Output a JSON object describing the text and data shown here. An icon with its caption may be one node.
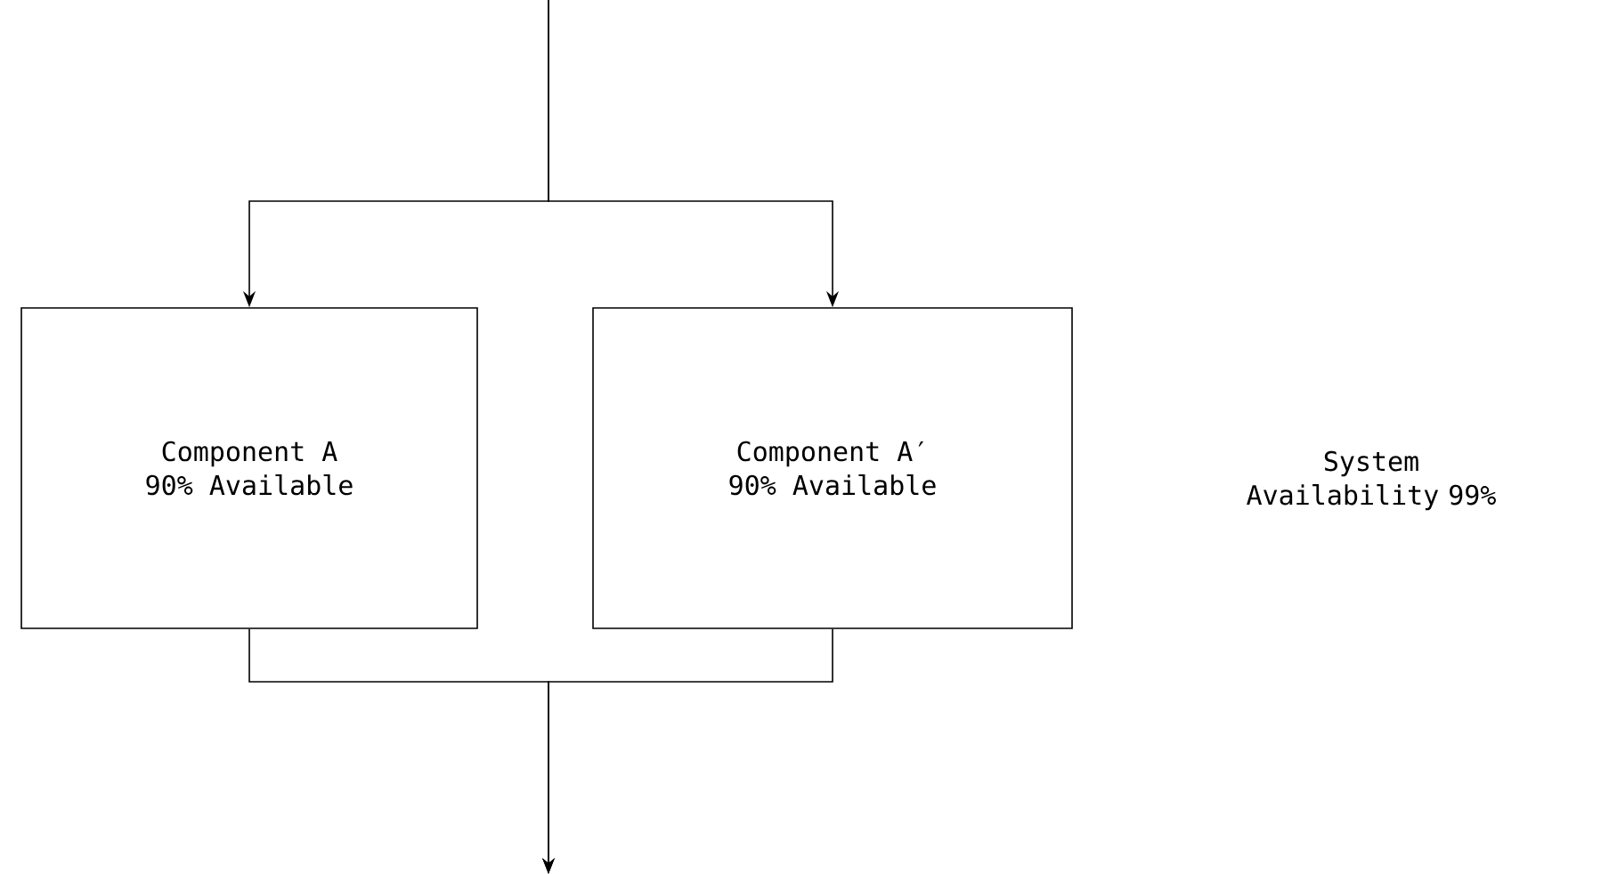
{
  "diagram": {
    "nodes": [
      {
        "text": [
          "Component A",
          "90% Available"
        ]
      },
      {
        "text": [
          "Component A′",
          "90% Available"
        ]
      }
    ],
    "edges": [
      {
        "from": null,
        "to": 0,
        "arrow": "to"
      },
      {
        "from": null,
        "to": 1,
        "arrow": "to"
      },
      {
        "from": 0,
        "to": null,
        "arrow": "to"
      },
      {
        "from": 1,
        "to": null,
        "arrow": "to"
      }
    ],
    "labels": [
      "System Availability 99%"
    ]
  }
}
